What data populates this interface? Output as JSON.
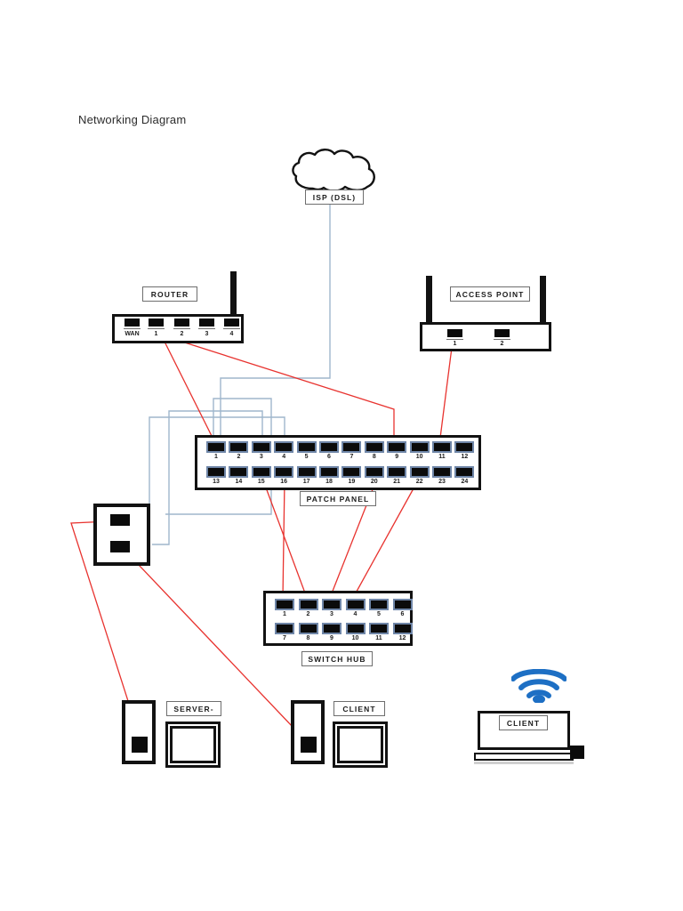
{
  "page": {
    "title": "Networking Diagram",
    "background": "#ffffff"
  },
  "colors": {
    "copper_cable": "#e8332f",
    "data_cable": "#9fb6cc",
    "port_frame": "#6f86a8",
    "port_body": "#0b0b0b",
    "chassis_outline": "#121212",
    "wifi": "#1d6fc4",
    "label_text": "#1c1c1c"
  },
  "nodes": {
    "isp": {
      "label": "ISP (DSL)",
      "icon": "cloud-icon"
    },
    "router": {
      "label": "ROUTER",
      "ports": [
        "WAN",
        "1",
        "2",
        "3",
        "4"
      ],
      "antennas": 1
    },
    "access_point": {
      "label": "ACCESS POINT",
      "ports": [
        "1",
        "2"
      ],
      "antennas": 2
    },
    "patch_panel": {
      "label": "PATCH PANEL",
      "ports_top": [
        "1",
        "2",
        "3",
        "4",
        "5",
        "6",
        "7",
        "8",
        "9",
        "10",
        "11",
        "12"
      ],
      "ports_bottom": [
        "13",
        "14",
        "15",
        "16",
        "17",
        "18",
        "19",
        "20",
        "21",
        "22",
        "23",
        "24"
      ]
    },
    "switch_hub": {
      "label": "SWITCH HUB",
      "ports_top": [
        "1",
        "2",
        "3",
        "4",
        "5",
        "6"
      ],
      "ports_bottom": [
        "7",
        "8",
        "9",
        "10",
        "11",
        "12"
      ]
    },
    "wall_plate": {
      "label": "",
      "jacks": 2
    },
    "server": {
      "label": "SERVER-"
    },
    "client_desktop": {
      "label": "CLIENT"
    },
    "client_laptop": {
      "label": "CLIENT",
      "icon": "wifi-icon"
    }
  },
  "links": {
    "data_cables": [
      {
        "from": "isp",
        "to": "patch-panel-port-4"
      },
      {
        "from": "patch-panel-port-1",
        "to": "wall-plate-jack-1"
      },
      {
        "from": "patch-panel-port-3",
        "to": "wall-plate-jack-2"
      }
    ],
    "copper_cables": [
      {
        "from": "router-port-wan",
        "to": "patch-panel-port-9"
      },
      {
        "from": "router-port-1",
        "to": "patch-panel-port-1"
      },
      {
        "from": "access-point-port-1",
        "to": "patch-panel-port-11"
      },
      {
        "from": "patch-panel-port-15",
        "to": "switch-hub-port-2"
      },
      {
        "from": "patch-panel-port-16",
        "to": "switch-hub-port-1"
      },
      {
        "from": "patch-panel-port-20",
        "to": "switch-hub-port-4"
      },
      {
        "from": "patch-panel-port-22",
        "to": "switch-hub-port-3"
      },
      {
        "from": "wall-plate-jack-1",
        "to": "server-port"
      },
      {
        "from": "wall-plate-jack-2",
        "to": "client-desktop-port"
      }
    ]
  }
}
